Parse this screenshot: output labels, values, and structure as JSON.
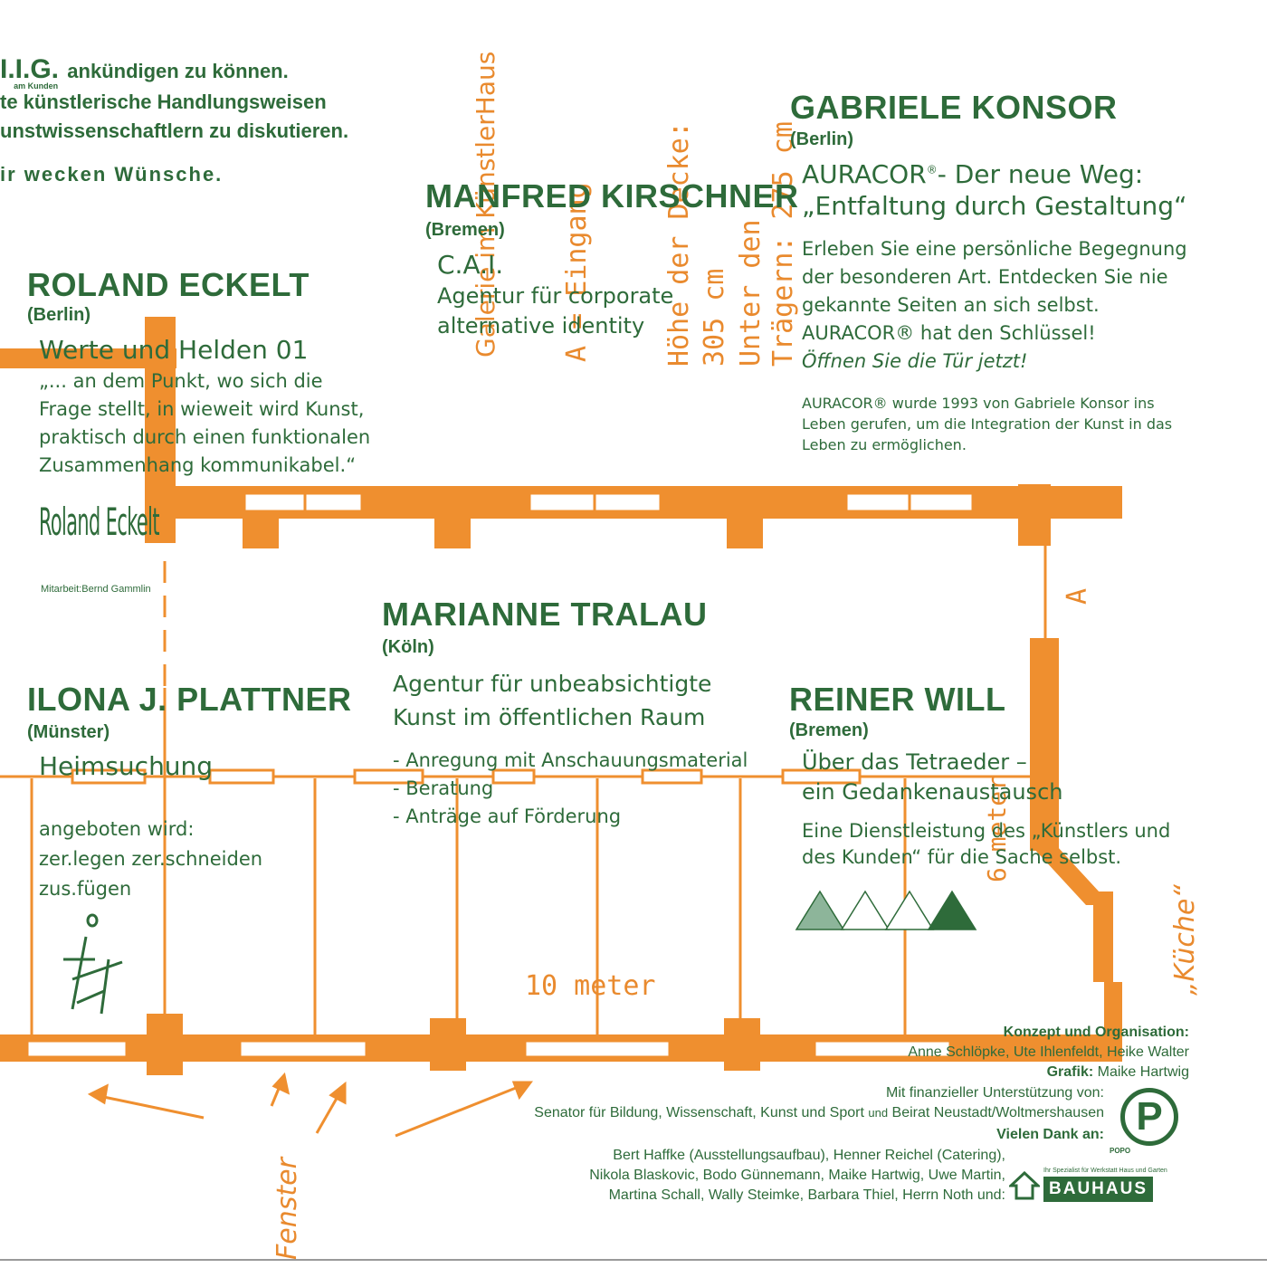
{
  "intro": {
    "line1_logo": "I.I.G.",
    "line1_logo_sub": "am Kunden",
    "line1_rest": "ankündigen zu können.",
    "line2": "te künstlerische Handlungsweisen",
    "line3": "unstwissenschaftlern zu diskutieren.",
    "line4": "ir wecken Wünsche."
  },
  "artists": {
    "eckelt": {
      "name": "ROLAND ECKELT",
      "city": "(Berlin)",
      "title": "Werte und Helden 01",
      "text": [
        "„... an dem Punkt, wo sich die",
        "Frage stellt, in wieweit wird Kunst,",
        "praktisch durch einen funktionalen",
        "Zusammenhang kommunikabel.“"
      ],
      "signature": "Roland Eckelt",
      "credit": "Mitarbeit:Bernd Gammlin"
    },
    "kirschner": {
      "name": "MANFRED KIRSCHNER",
      "city": "(Bremen)",
      "title": "C.A.I.",
      "text": [
        "Agentur für corporate",
        "alternative identity"
      ]
    },
    "konsor": {
      "name": "GABRIELE KONSOR",
      "city": "(Berlin)",
      "title1": "AURACOR",
      "title1_rest": "- Der neue Weg:",
      "title2": "„Entfaltung durch Gestaltung“",
      "text": [
        "Erleben Sie eine persönliche Begegnung",
        "der besonderen Art. Entdecken Sie nie",
        "gekannte Seiten an sich selbst.",
        "AURACOR® hat den Schlüssel!"
      ],
      "text_italic": "Öffnen Sie die Tür jetzt!",
      "small": [
        "AURACOR® wurde 1993 von Gabriele Konsor ins",
        "Leben gerufen, um die Integration der Kunst in das",
        "Leben zu ermöglichen."
      ]
    },
    "tralau": {
      "name": "MARIANNE TRALAU",
      "city": "(Köln)",
      "title": [
        "Agentur für unbeabsichtigte",
        "Kunst im öffentlichen Raum"
      ],
      "list": [
        "- Anregung mit Anschauungsmaterial",
        "- Beratung",
        "- Anträge auf Förderung"
      ]
    },
    "plattner": {
      "name": "ILONA J. PLATTNER",
      "city": "(Münster)",
      "title": "Heimsuchung",
      "text": [
        "angeboten wird:",
        "zer.legen  zer.schneiden",
        "zus.fügen"
      ]
    },
    "will": {
      "name": "REINER WILL",
      "city": "(Bremen)",
      "title": [
        "Über das Tetraeder –",
        "ein Gedankenaustausch"
      ],
      "text": [
        "Eine Dienstleistung des „Künstlers und",
        "des Kunden“ für die Sache selbst."
      ]
    }
  },
  "plan_labels": {
    "galerie": "Galerie im KünstlerHaus",
    "eingang": "A = Eingang",
    "hoehe1": "Höhe der Decke:",
    "hoehe2": "305 cm",
    "unter": "Unter den",
    "traeger": "Trägern: 275 cm",
    "a_mark": "A",
    "meter10": "10 meter",
    "meter6": "6 meter",
    "fenster": "Fenster",
    "kueche": "„Küche“"
  },
  "credits": {
    "konzept_label": "Konzept und Organisation:",
    "konzept_names": "Anne Schlöpke, Ute Ihlenfeldt, Heike Walter",
    "grafik_label": "Grafik:",
    "grafik_name": "Maike Hartwig",
    "support_label": "Mit finanzieller Unterstützung von:",
    "support_names": "Senator für Bildung, Wissenschaft, Kunst und Sport",
    "support_und": "und",
    "support_names2": "Beirat Neustadt/Woltmershausen",
    "thanks_label": "Vielen Dank an:",
    "thanks1": "Bert Haffke (Ausstellungsaufbau), Henner Reichel (Catering),",
    "thanks2": "Nikola Blaskovic, Bodo Günnemann, Maike Hartwig, Uwe Martin,",
    "thanks3": "Martina Schall, Wally Steimke, Barbara Thiel, Herrn Noth und:"
  },
  "logos": {
    "popo_letter": "P",
    "popo_name": "POPO",
    "bauhaus_tag": "Ihr Spezialist für Werkstatt Haus und Garten",
    "bauhaus_name": "BAUHAUS"
  },
  "colors": {
    "green": "#2e6b3a",
    "orange": "#e98a2e"
  }
}
